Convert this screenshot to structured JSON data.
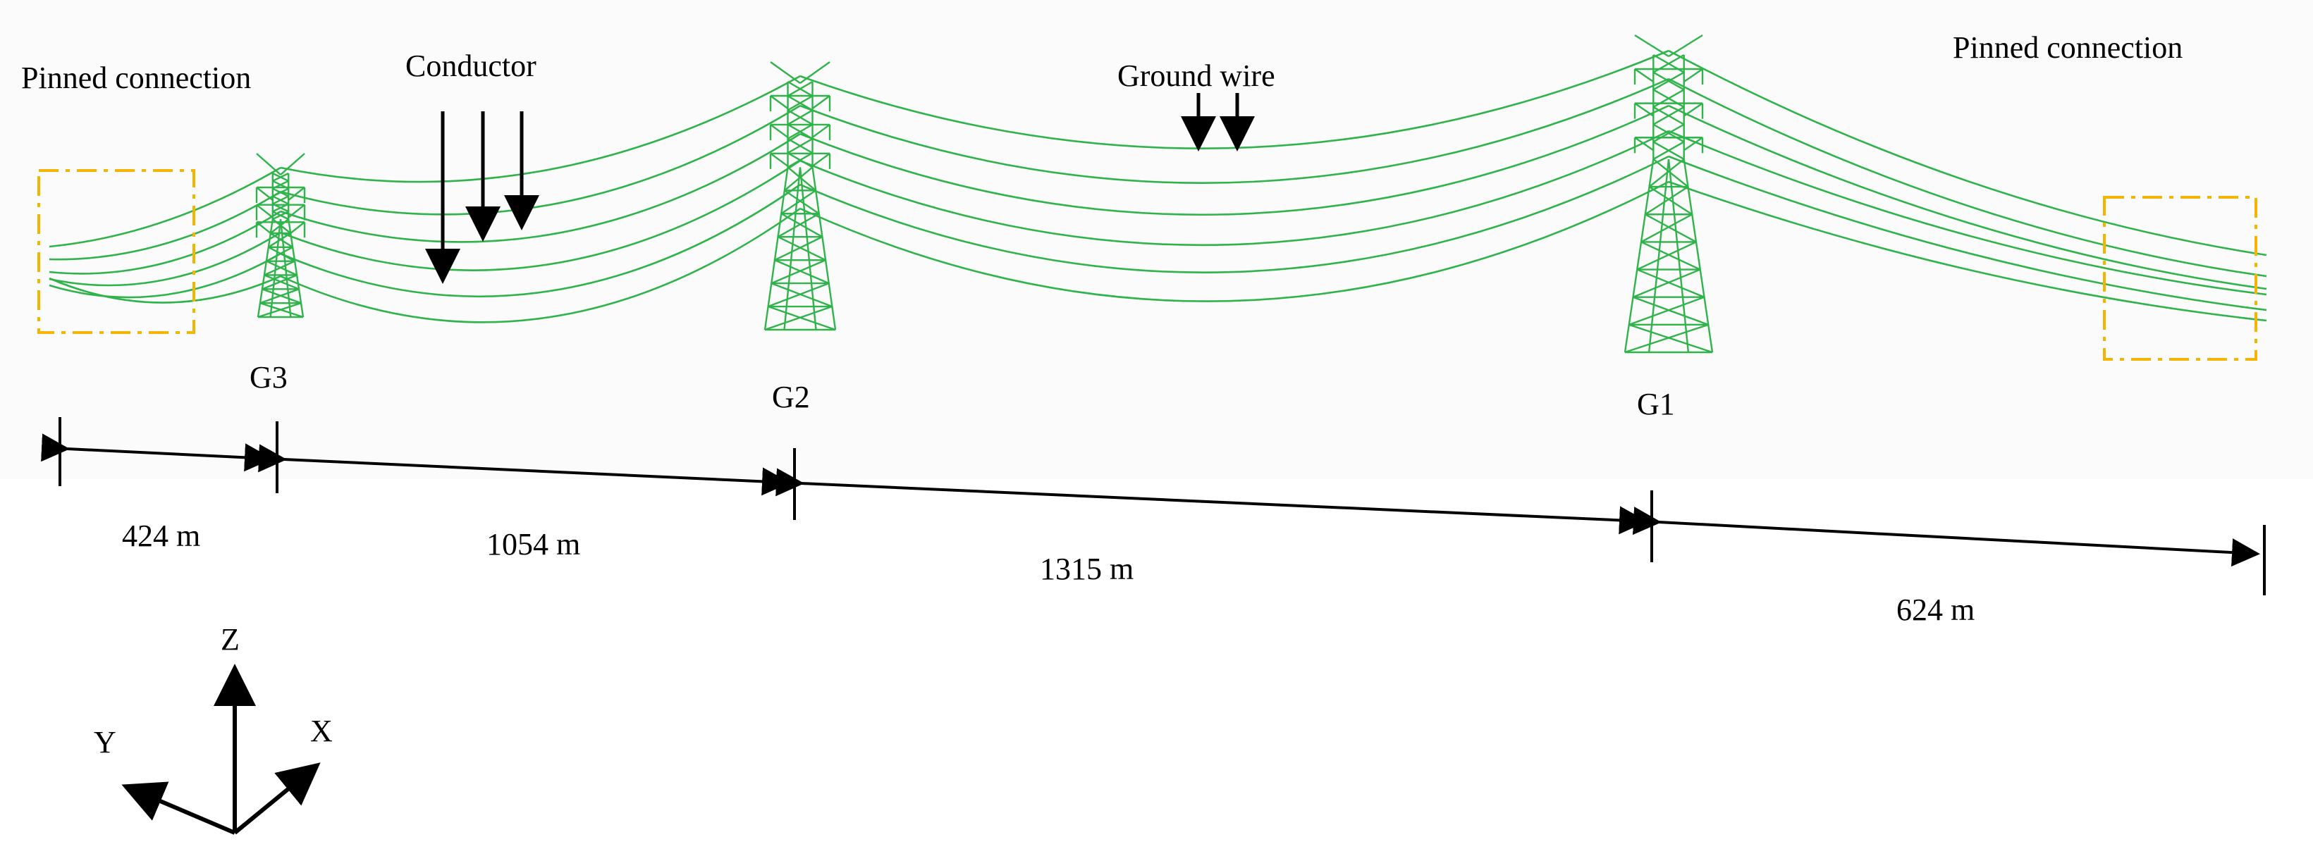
{
  "labels": {
    "pinned_left": "Pinned connection",
    "pinned_right": "Pinned connection",
    "conductor": "Conductor",
    "ground_wire": "Ground wire"
  },
  "towers": [
    {
      "id": "g3",
      "name": "G3"
    },
    {
      "id": "g2",
      "name": "G2"
    },
    {
      "id": "g1",
      "name": "G1"
    }
  ],
  "spans": [
    {
      "id": "span-1",
      "label": "424 m"
    },
    {
      "id": "span-2",
      "label": "1054 m"
    },
    {
      "id": "span-3",
      "label": "1315 m"
    },
    {
      "id": "span-4",
      "label": "624 m"
    }
  ],
  "axes": {
    "z": "Z",
    "y": "Y",
    "x": "X"
  },
  "colors": {
    "structure": "#2fb34a",
    "boundary_box": "#f5b400",
    "annotation": "#000000",
    "background": "#ffffff"
  }
}
